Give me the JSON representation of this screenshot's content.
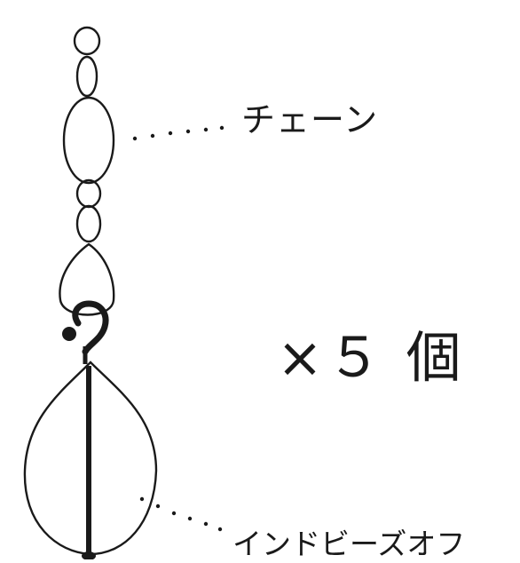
{
  "labels": {
    "chain": "チェーン",
    "quantity": "×５ 個",
    "bead": "インドビーズオフ"
  },
  "colors": {
    "ink": "#1a1a1a",
    "background": "#ffffff"
  }
}
